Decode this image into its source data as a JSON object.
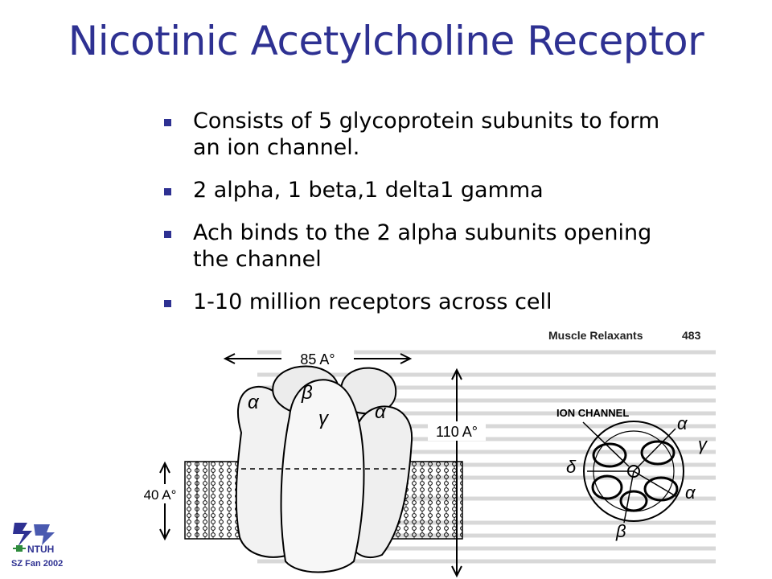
{
  "slide": {
    "title": "Nicotinic Acetylcholine Receptor",
    "bullets": [
      "Consists of 5 glycoprotein subunits to form an ion channel.",
      "2 alpha, 1 beta,1 delta1 gamma",
      "Ach binds to the 2 alpha subunits opening the channel",
      "1-10 million receptors across cell"
    ]
  },
  "figure": {
    "header": "Muscle Relaxants",
    "page_number": "483",
    "width_label": "85 A°",
    "height_label": "110 A°",
    "membrane_label": "40 A°",
    "ion_channel_label": "ION CHANNEL",
    "side_subunits": {
      "beta": "β",
      "alpha_left": "α",
      "gamma": "γ",
      "alpha_right": "α"
    },
    "top_subunits": {
      "alpha": "α",
      "gamma": "γ",
      "delta": "δ",
      "alpha2": "α",
      "beta": "β"
    }
  },
  "footer": {
    "logo_text": "NTUH",
    "credit": "SZ Fan 2002"
  },
  "colors": {
    "title": "#2e3192",
    "bullet_square": "#2e3192",
    "logo_green": "#2e8b3c"
  }
}
